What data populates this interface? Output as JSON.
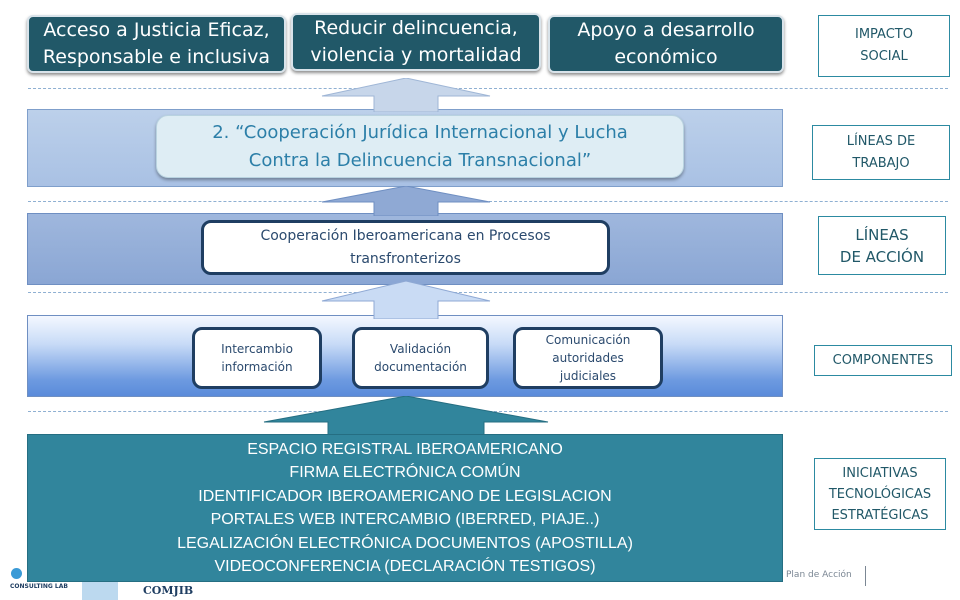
{
  "impacto": {
    "boxes": [
      "Acceso a Justicia Eficaz,\nResponsable e inclusiva",
      "Reducir delincuencia,\nviolencia y mortalidad",
      "Apoyo a desarrollo\neconómico"
    ]
  },
  "side_labels": {
    "impacto_social": "IMPACTO\nSOCIAL",
    "lineas_trabajo": "LÍNEAS DE\nTRABAJO",
    "lineas_accion": "LÍNEAS\nDE ACCIÓN",
    "componentes": "COMPONENTES",
    "iniciativas": "INICIATIVAS\nTECNOLÓGICAS\nESTRATÉGICAS"
  },
  "linea_trabajo": "2. “Cooperación Jurídica Internacional y Lucha\nContra la Delincuencia Transnacional”",
  "linea_accion": "Cooperación Iberoamericana en Procesos\ntransfronterizos",
  "componentes": [
    "Intercambio\ninformación",
    "Validación\ndocumentación",
    "Comunicación\nautoridades\njudiciales"
  ],
  "iniciativas": [
    "ESPACIO REGISTRAL IBEROAMERICANO",
    "FIRMA ELECTRÓNICA COMÚN",
    "IDENTIFICADOR IBEROAMERICANO DE LEGISLACION",
    "PORTALES WEB INTERCAMBIO (IBERRED, PIAJE..)",
    "LEGALIZACIÓN ELECTRÓNICA DOCUMENTOS (APOSTILLA)",
    "VIDEOCONFERENCIA (DECLARACIÓN TESTIGOS)"
  ],
  "footer": {
    "plan_text": "Plan de Acción",
    "consulting_text": "CONSULTING LAB",
    "comjib_text": "COMJIB"
  },
  "colors": {
    "impact_fill": "#215868",
    "initiative_fill": "#31859c",
    "linea_text": "#2c7fa8",
    "label_border": "#2c8aa1"
  }
}
